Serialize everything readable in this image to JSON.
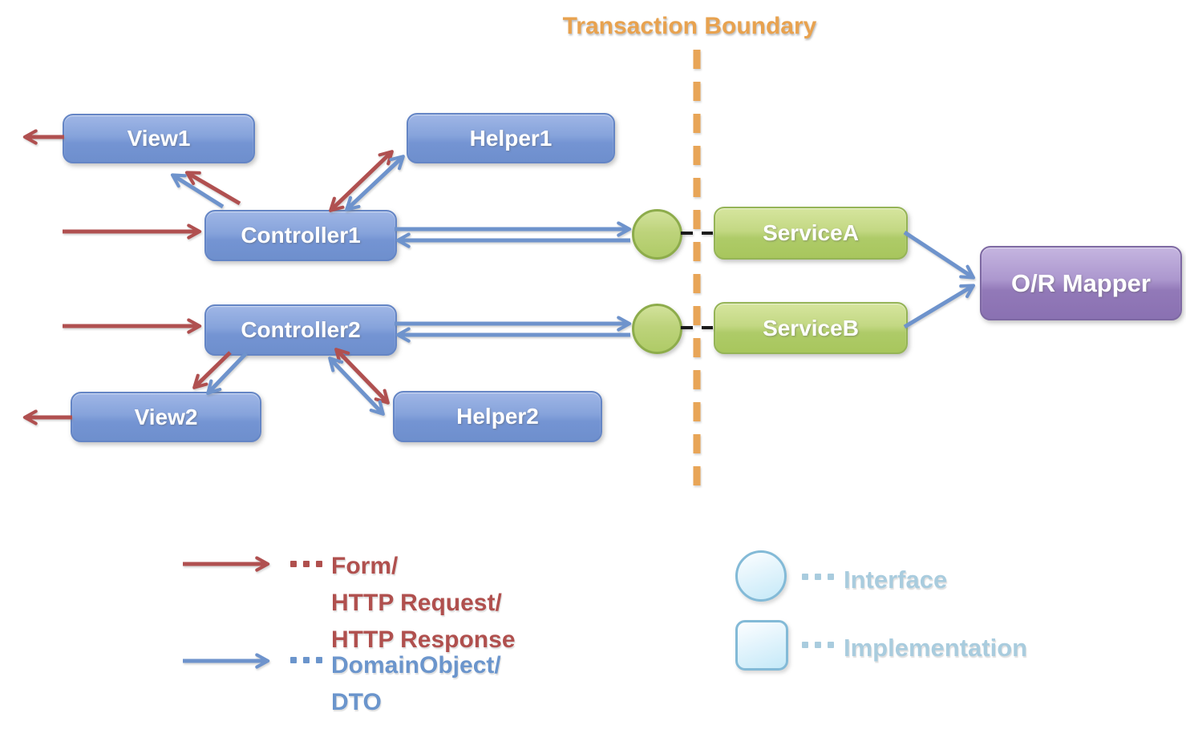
{
  "title": {
    "text": "Transaction Boundary"
  },
  "nodes": {
    "view1": {
      "label": "View1"
    },
    "helper1": {
      "label": "Helper1"
    },
    "controller1": {
      "label": "Controller1"
    },
    "controller2": {
      "label": "Controller2"
    },
    "view2": {
      "label": "View2"
    },
    "helper2": {
      "label": "Helper2"
    },
    "serviceA": {
      "label": "ServiceA"
    },
    "serviceB": {
      "label": "ServiceB"
    },
    "orMapper": {
      "label": "O/R Mapper"
    }
  },
  "legend": {
    "form_flow": {
      "lines": [
        "Form/",
        "HTTP Request/",
        "HTTP Response"
      ]
    },
    "domain_flow": {
      "lines": [
        "DomainObject/",
        "DTO"
      ]
    },
    "interface_label": "Interface",
    "implementation_label": "Implementation"
  },
  "colors": {
    "boundary_orange": "#E8A557",
    "request_red": "#B05050",
    "domain_blue": "#6E93CC",
    "component_blue": "#7494D3",
    "service_green": "#AFCB67",
    "mapper_purple": "#9A83BE",
    "legend_light_blue": "#C5E9F8"
  }
}
